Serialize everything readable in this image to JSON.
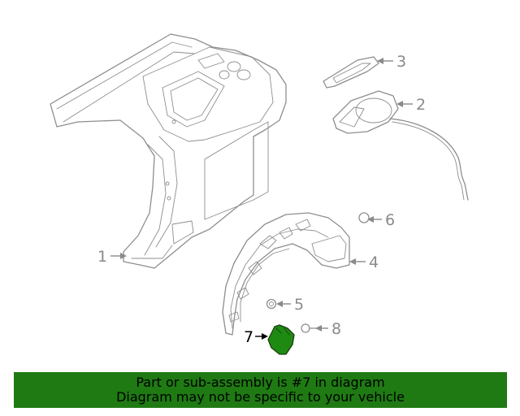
{
  "banner": {
    "line1": "Part or sub-assembly is #7 in diagram",
    "line2": "Diagram may not be specific to your vehicle",
    "background": "#1f7a13"
  },
  "highlight_color": "#1f8a12",
  "callouts": [
    {
      "label": "1",
      "part": "quarter-panel"
    },
    {
      "label": "2",
      "part": "fuel-door-housing"
    },
    {
      "label": "3",
      "part": "fuel-door"
    },
    {
      "label": "4",
      "part": "wheel-liner"
    },
    {
      "label": "5",
      "part": "nut"
    },
    {
      "label": "6",
      "part": "plug"
    },
    {
      "label": "7",
      "part": "splash-shield",
      "highlighted": true
    },
    {
      "label": "8",
      "part": "screw"
    }
  ]
}
